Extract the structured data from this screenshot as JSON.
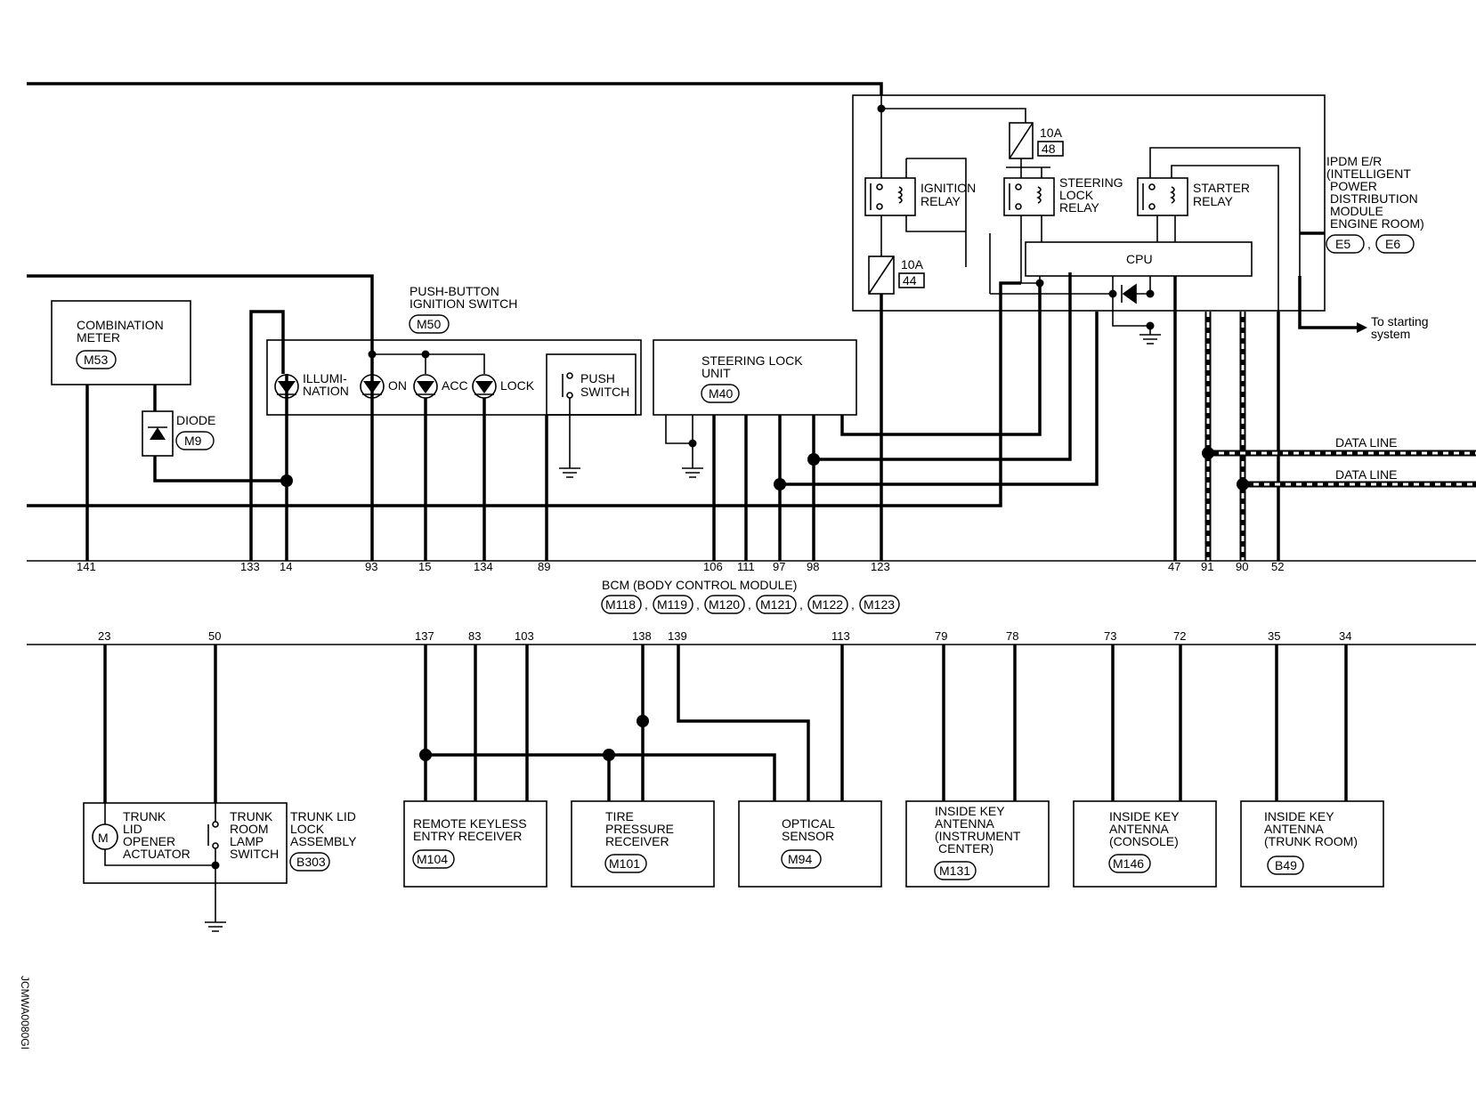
{
  "ipdm": {
    "title_lines": [
      "IPDM E/R",
      "(INTELLIGENT",
      "POWER",
      "DISTRIBUTION",
      "MODULE",
      "ENGINE ROOM)"
    ],
    "connectors": [
      "E5",
      "E6"
    ],
    "cpu_label": "CPU",
    "ignition_relay": [
      "IGNITION",
      "RELAY"
    ],
    "steering_lock_relay": [
      "STEERING",
      "LOCK",
      "RELAY"
    ],
    "starter_relay": [
      "STARTER",
      "RELAY"
    ],
    "fuse_48": {
      "amps": "10A",
      "num": "48"
    },
    "fuse_44": {
      "amps": "10A",
      "num": "44"
    },
    "to_starting": [
      "To starting",
      "system"
    ]
  },
  "data_line_label": "DATA LINE",
  "combination_meter": {
    "lines": [
      "COMBINATION",
      "METER"
    ],
    "connector": "M53"
  },
  "diode": {
    "label": "DIODE",
    "connector": "M9"
  },
  "push_button": {
    "title_lines": [
      "PUSH-BUTTON",
      "IGNITION SWITCH"
    ],
    "connector": "M50",
    "illumination": [
      "ILLUMI-",
      "NATION"
    ],
    "on": "ON",
    "acc": "ACC",
    "lock": "LOCK",
    "push_switch": [
      "PUSH",
      "SWITCH"
    ]
  },
  "steering_lock_unit": {
    "lines": [
      "STEERING LOCK",
      "UNIT"
    ],
    "connector": "M40"
  },
  "bcm": {
    "title": "BCM (BODY CONTROL MODULE)",
    "connectors": [
      "M118",
      "M119",
      "M120",
      "M121",
      "M122",
      "M123"
    ],
    "top_pins": [
      "141",
      "133",
      "14",
      "93",
      "15",
      "134",
      "89",
      "106",
      "111",
      "97",
      "98",
      "123",
      "47",
      "91",
      "90",
      "52"
    ],
    "bottom_pins": [
      "23",
      "50",
      "137",
      "83",
      "103",
      "138",
      "139",
      "113",
      "79",
      "78",
      "73",
      "72",
      "35",
      "34"
    ]
  },
  "trunk_lid_opener": [
    "TRUNK",
    "LID",
    "OPENER",
    "ACTUATOR"
  ],
  "motor_symbol": "M",
  "trunk_room_lamp": [
    "TRUNK",
    "ROOM",
    "LAMP",
    "SWITCH"
  ],
  "trunk_lid_lock": {
    "lines": [
      "TRUNK LID",
      "LOCK",
      "ASSEMBLY"
    ],
    "connector": "B303"
  },
  "remote_keyless": {
    "lines": [
      "REMOTE KEYLESS",
      "ENTRY RECEIVER"
    ],
    "connector": "M104"
  },
  "tire_pressure": {
    "lines": [
      "TIRE",
      "PRESSURE",
      "RECEIVER"
    ],
    "connector": "M101"
  },
  "optical_sensor": {
    "lines": [
      "OPTICAL",
      "SENSOR"
    ],
    "connector": "M94"
  },
  "antenna_instrument": {
    "lines": [
      "INSIDE KEY",
      "ANTENNA",
      "(INSTRUMENT",
      "CENTER)"
    ],
    "connector": "M131"
  },
  "antenna_console": {
    "lines": [
      "INSIDE KEY",
      "ANTENNA",
      "(CONSOLE)"
    ],
    "connector": "M146"
  },
  "antenna_trunk": {
    "lines": [
      "INSIDE KEY",
      "ANTENNA",
      "(TRUNK ROOM)"
    ],
    "connector": "B49"
  },
  "figure_code": "JCMWA0080GI"
}
